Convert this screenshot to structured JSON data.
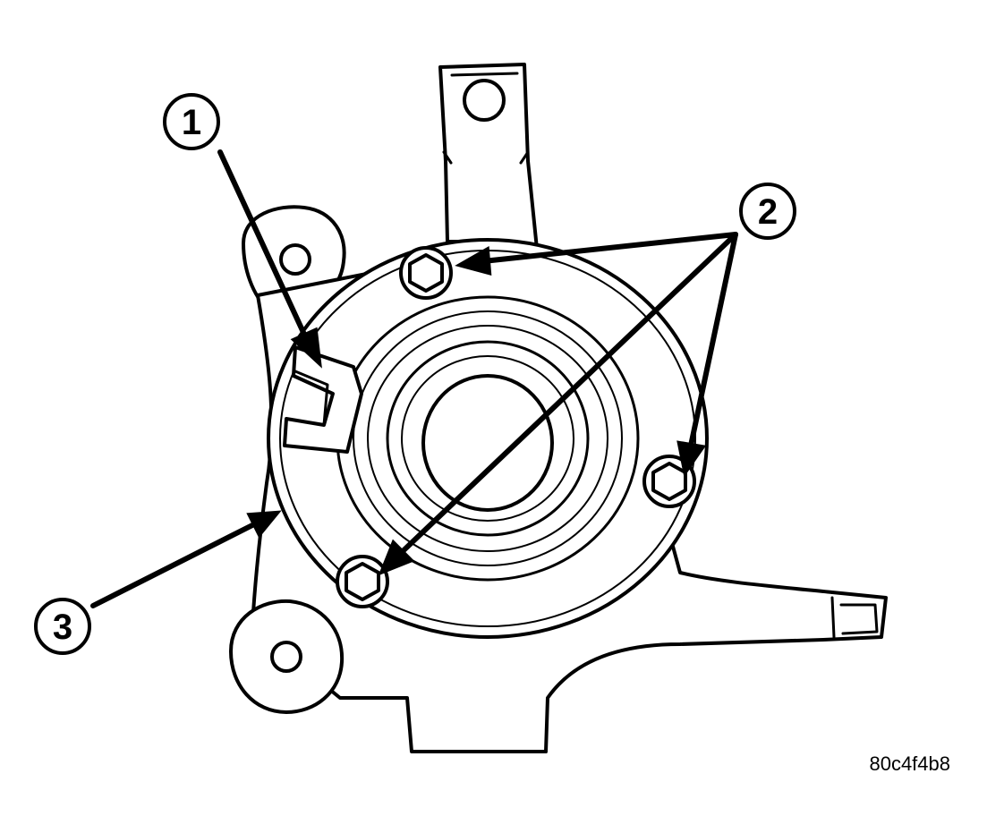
{
  "figure": {
    "id_label": "80c4f4b8"
  },
  "callouts": [
    {
      "number": "1"
    },
    {
      "number": "2"
    },
    {
      "number": "3"
    }
  ],
  "colors": {
    "ink": "#000000",
    "background": "#ffffff"
  }
}
